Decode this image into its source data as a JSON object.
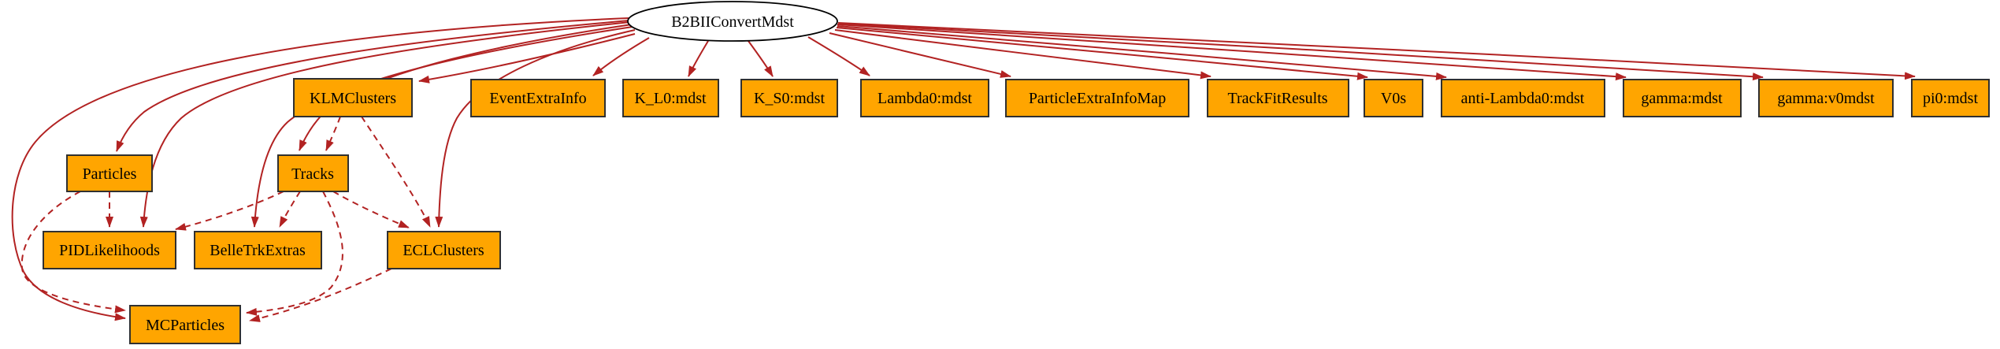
{
  "diagram": {
    "type": "dependency-graph",
    "root": {
      "label": "B2BIIConvertMdst",
      "shape": "ellipse"
    },
    "nodes": [
      {
        "label": "KLMClusters"
      },
      {
        "label": "EventExtraInfo"
      },
      {
        "label": "K_L0:mdst"
      },
      {
        "label": "K_S0:mdst"
      },
      {
        "label": "Lambda0:mdst"
      },
      {
        "label": "ParticleExtraInfoMap"
      },
      {
        "label": "TrackFitResults"
      },
      {
        "label": "V0s"
      },
      {
        "label": "anti-Lambda0:mdst"
      },
      {
        "label": "gamma:mdst"
      },
      {
        "label": "gamma:v0mdst"
      },
      {
        "label": "pi0:mdst"
      },
      {
        "label": "Particles"
      },
      {
        "label": "Tracks"
      },
      {
        "label": "PIDLikelihoods"
      },
      {
        "label": "BelleTrkExtras"
      },
      {
        "label": "ECLClusters"
      },
      {
        "label": "MCParticles"
      }
    ],
    "edges": [
      {
        "from": "B2BIIConvertMdst",
        "to": "KLMClusters",
        "style": "solid"
      },
      {
        "from": "B2BIIConvertMdst",
        "to": "EventExtraInfo",
        "style": "solid"
      },
      {
        "from": "B2BIIConvertMdst",
        "to": "K_L0:mdst",
        "style": "solid"
      },
      {
        "from": "B2BIIConvertMdst",
        "to": "K_S0:mdst",
        "style": "solid"
      },
      {
        "from": "B2BIIConvertMdst",
        "to": "Lambda0:mdst",
        "style": "solid"
      },
      {
        "from": "B2BIIConvertMdst",
        "to": "ParticleExtraInfoMap",
        "style": "solid"
      },
      {
        "from": "B2BIIConvertMdst",
        "to": "TrackFitResults",
        "style": "solid"
      },
      {
        "from": "B2BIIConvertMdst",
        "to": "V0s",
        "style": "solid"
      },
      {
        "from": "B2BIIConvertMdst",
        "to": "anti-Lambda0:mdst",
        "style": "solid"
      },
      {
        "from": "B2BIIConvertMdst",
        "to": "gamma:mdst",
        "style": "solid"
      },
      {
        "from": "B2BIIConvertMdst",
        "to": "gamma:v0mdst",
        "style": "solid"
      },
      {
        "from": "B2BIIConvertMdst",
        "to": "pi0:mdst",
        "style": "solid"
      },
      {
        "from": "B2BIIConvertMdst",
        "to": "Particles",
        "style": "solid"
      },
      {
        "from": "B2BIIConvertMdst",
        "to": "Tracks",
        "style": "solid"
      },
      {
        "from": "B2BIIConvertMdst",
        "to": "PIDLikelihoods",
        "style": "solid"
      },
      {
        "from": "B2BIIConvertMdst",
        "to": "BelleTrkExtras",
        "style": "solid"
      },
      {
        "from": "B2BIIConvertMdst",
        "to": "ECLClusters",
        "style": "solid"
      },
      {
        "from": "B2BIIConvertMdst",
        "to": "MCParticles",
        "style": "solid"
      },
      {
        "from": "KLMClusters",
        "to": "Tracks",
        "style": "dashed"
      },
      {
        "from": "KLMClusters",
        "to": "ECLClusters",
        "style": "dashed"
      },
      {
        "from": "Particles",
        "to": "PIDLikelihoods",
        "style": "dashed"
      },
      {
        "from": "Particles",
        "to": "MCParticles",
        "style": "dashed"
      },
      {
        "from": "Tracks",
        "to": "PIDLikelihoods",
        "style": "dashed"
      },
      {
        "from": "Tracks",
        "to": "BelleTrkExtras",
        "style": "dashed"
      },
      {
        "from": "Tracks",
        "to": "ECLClusters",
        "style": "dashed"
      },
      {
        "from": "Tracks",
        "to": "MCParticles",
        "style": "dashed"
      },
      {
        "from": "ECLClusters",
        "to": "MCParticles",
        "style": "dashed"
      }
    ],
    "colors": {
      "edge": "#b22222",
      "node_fill": "#ffa500",
      "node_border": "#303030",
      "node_text": "#000000",
      "root_fill": "#ffffff",
      "root_border": "#000000",
      "background": "#ffffff"
    }
  }
}
